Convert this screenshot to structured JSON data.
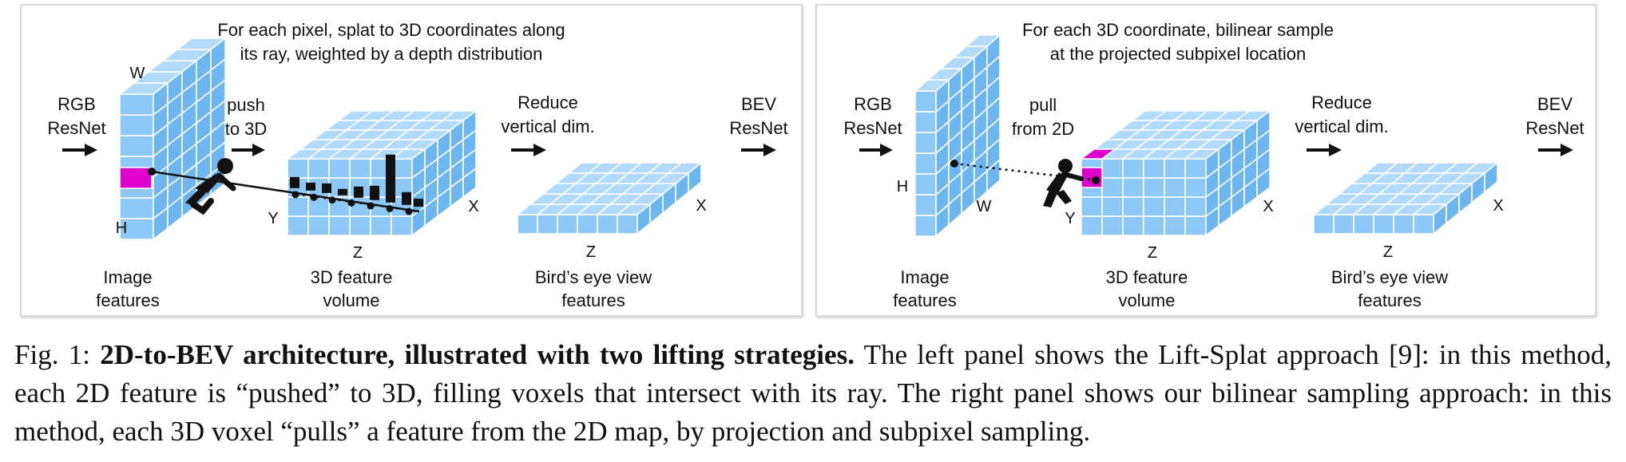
{
  "left_panel": {
    "header": [
      "For each pixel, splat to 3D coordinates along",
      "its ray, weighted by a depth distribution"
    ],
    "rgb_resnet": [
      "RGB",
      "ResNet"
    ],
    "lift_op": [
      "push",
      "to 3D"
    ],
    "reduce": [
      "Reduce",
      "vertical dim."
    ],
    "bev_resnet": [
      "BEV",
      "ResNet"
    ],
    "img_labels": {
      "w": "W",
      "h": "H"
    },
    "vol_labels": {
      "y": "Y",
      "x": "X",
      "z": "Z"
    },
    "bev_labels": {
      "x": "X",
      "z": "Z"
    },
    "image_features": [
      "Image",
      "features"
    ],
    "volume_features": [
      "3D feature",
      "volume"
    ],
    "bev_features": [
      "Bird’s eye view",
      "features"
    ]
  },
  "right_panel": {
    "header": [
      "For each 3D coordinate, bilinear sample",
      "at the projected subpixel location"
    ],
    "rgb_resnet": [
      "RGB",
      "ResNet"
    ],
    "lift_op": [
      "pull",
      "from 2D"
    ],
    "reduce": [
      "Reduce",
      "vertical dim."
    ],
    "bev_resnet": [
      "BEV",
      "ResNet"
    ],
    "img_labels": {
      "w": "W",
      "h": "H"
    },
    "vol_labels": {
      "y": "Y",
      "x": "X",
      "z": "Z"
    },
    "bev_labels": {
      "x": "X",
      "z": "Z"
    },
    "image_features": [
      "Image",
      "features"
    ],
    "volume_features": [
      "3D feature",
      "volume"
    ],
    "bev_features": [
      "Bird’s eye view",
      "features"
    ]
  },
  "caption": {
    "prefix": "Fig. 1: ",
    "bold": "2D-to-BEV architecture, illustrated with two lifting strategies.",
    "text": " The left panel shows the Lift-Splat approach [9]: in this method, each 2D feature is “pushed” to 3D, filling voxels that intersect with its ray. The right panel shows our bilinear sampling approach: in this method, each 3D voxel “pulls” a feature from the 2D map, by projection and subpixel sampling."
  },
  "colors": {
    "cell_front": "#8ec8f6",
    "cell_top": "#b2dafa",
    "cell_side": "#6eb6ef",
    "grid": "#ffffff",
    "highlight": "#dd00cc",
    "panel_border": "#cccccc",
    "ink": "#111111"
  }
}
